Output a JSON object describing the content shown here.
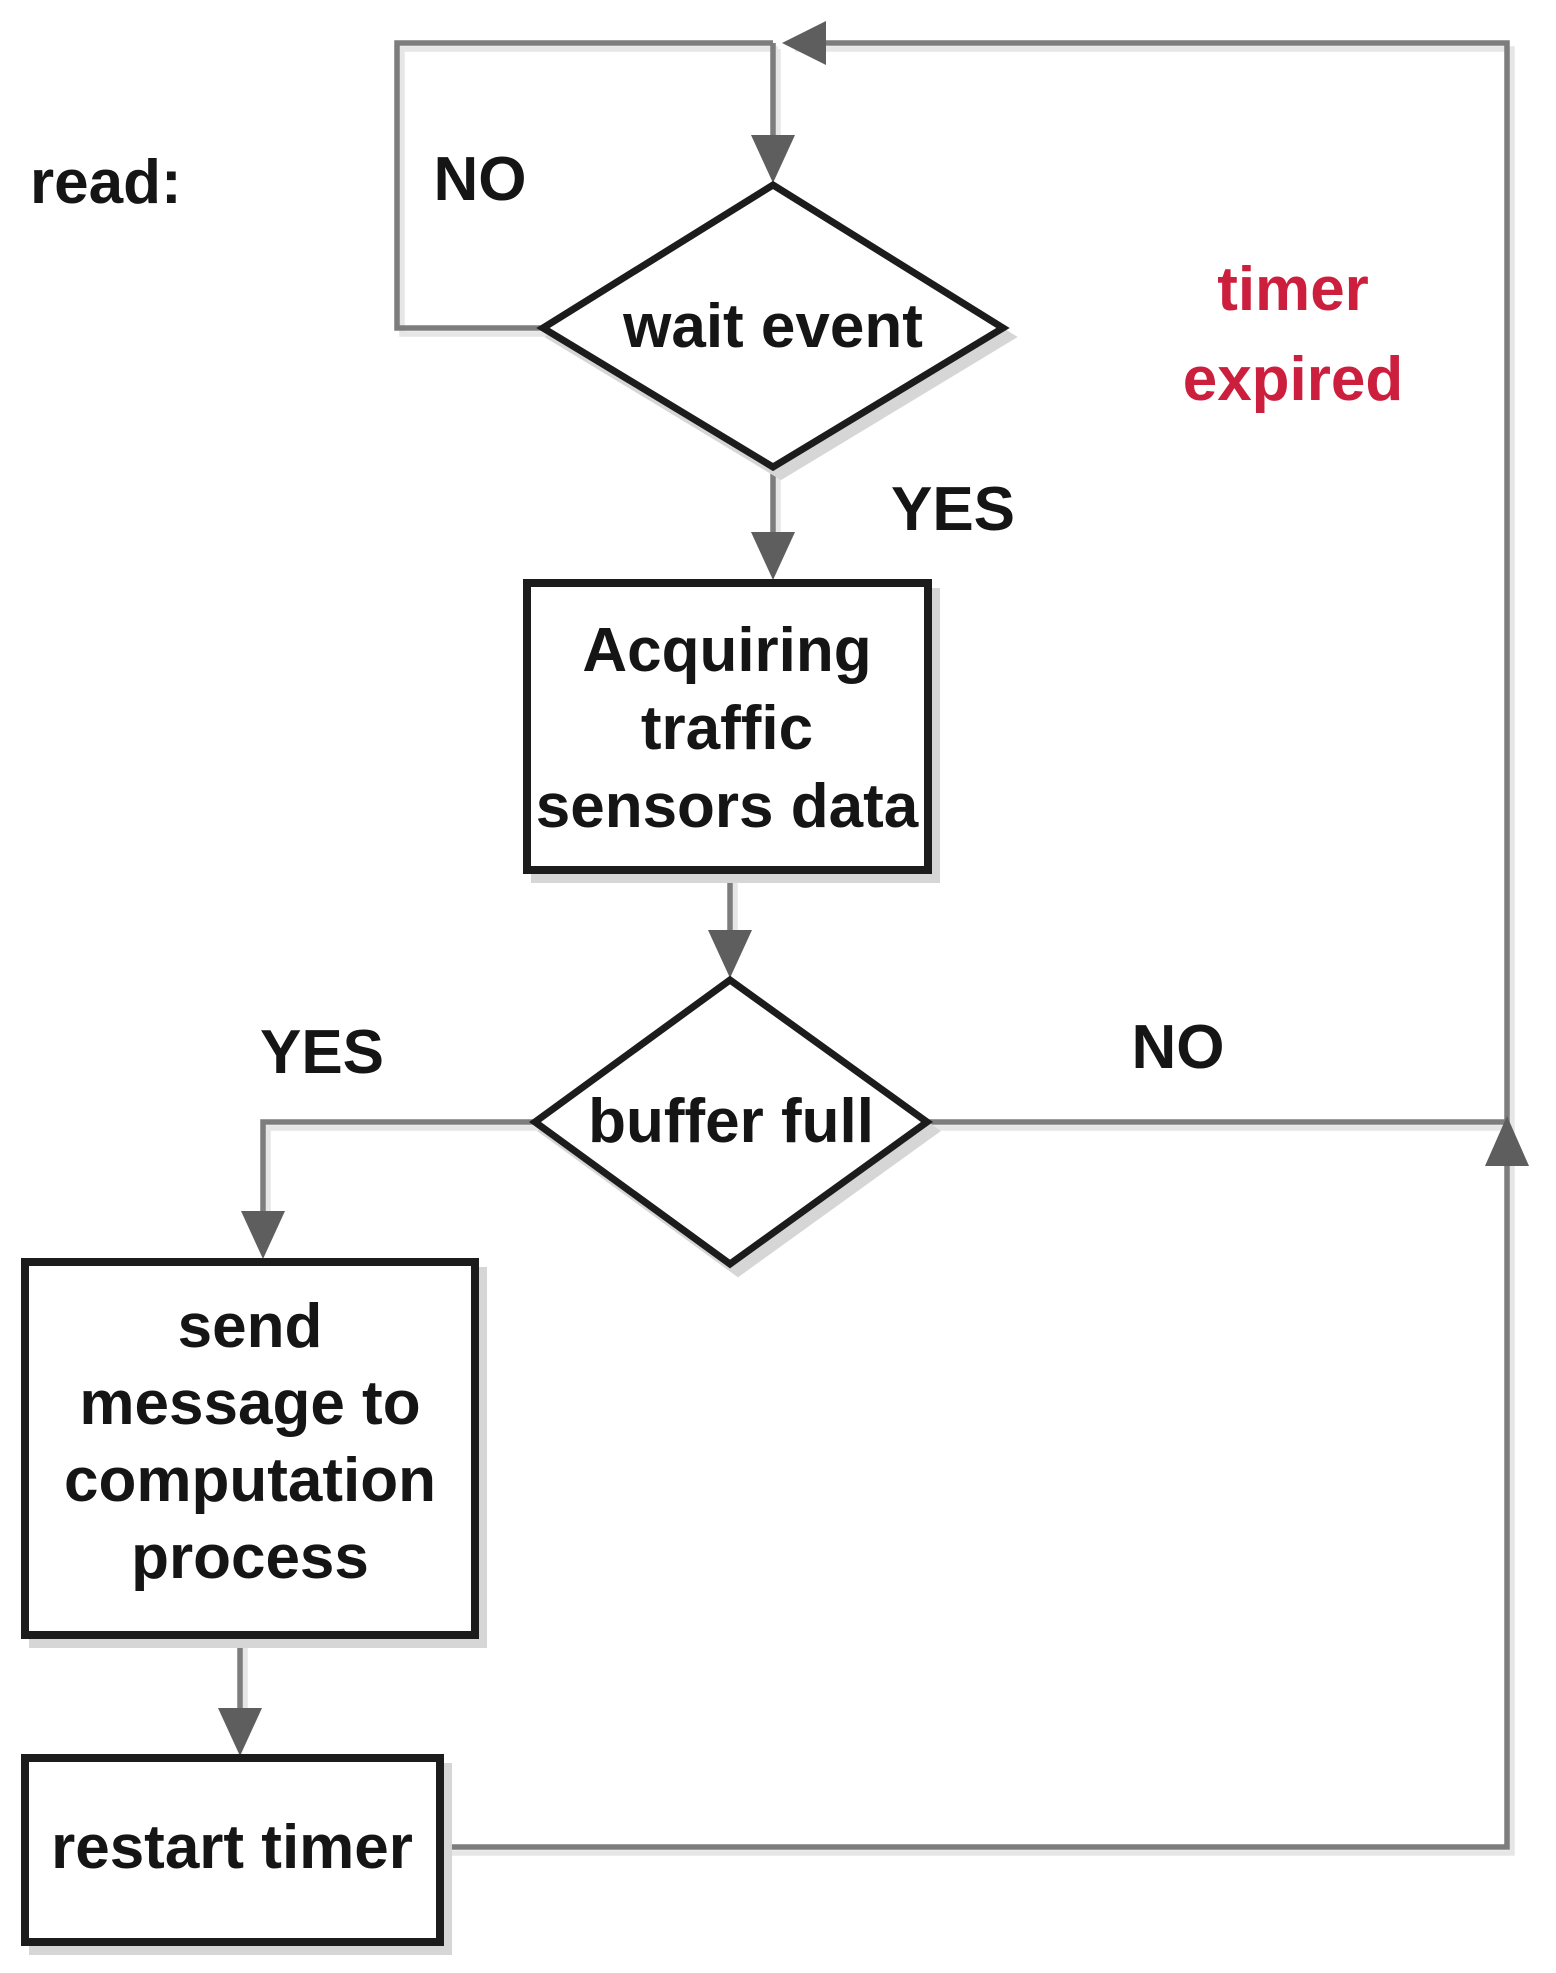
{
  "diagram": {
    "description": "Flowchart of the traffic sensors read process",
    "annotations": {
      "read_label": "read:",
      "timer_expired_line1": "timer",
      "timer_expired_line2": "expired"
    },
    "edge_labels": {
      "wait_event_no": "NO",
      "wait_event_yes": "YES",
      "buffer_full_yes": "YES",
      "buffer_full_no": "NO"
    },
    "nodes": {
      "wait_event": {
        "type": "decision",
        "label": "wait event"
      },
      "acquiring": {
        "type": "process",
        "lines": [
          "Acquiring",
          "traffic",
          "sensors data"
        ]
      },
      "buffer_full": {
        "type": "decision",
        "label": "buffer full"
      },
      "send_message": {
        "type": "process",
        "lines": [
          "send",
          "message to",
          "computation",
          "process"
        ]
      },
      "restart_timer": {
        "type": "process",
        "label": "restart timer"
      }
    },
    "colors": {
      "connector_line": "#7d7d7d",
      "arrowhead": "#5e5e5e",
      "shape_border": "#1c1c1c",
      "text": "#151515",
      "timer_expired_red": "#cc1f3d"
    }
  }
}
